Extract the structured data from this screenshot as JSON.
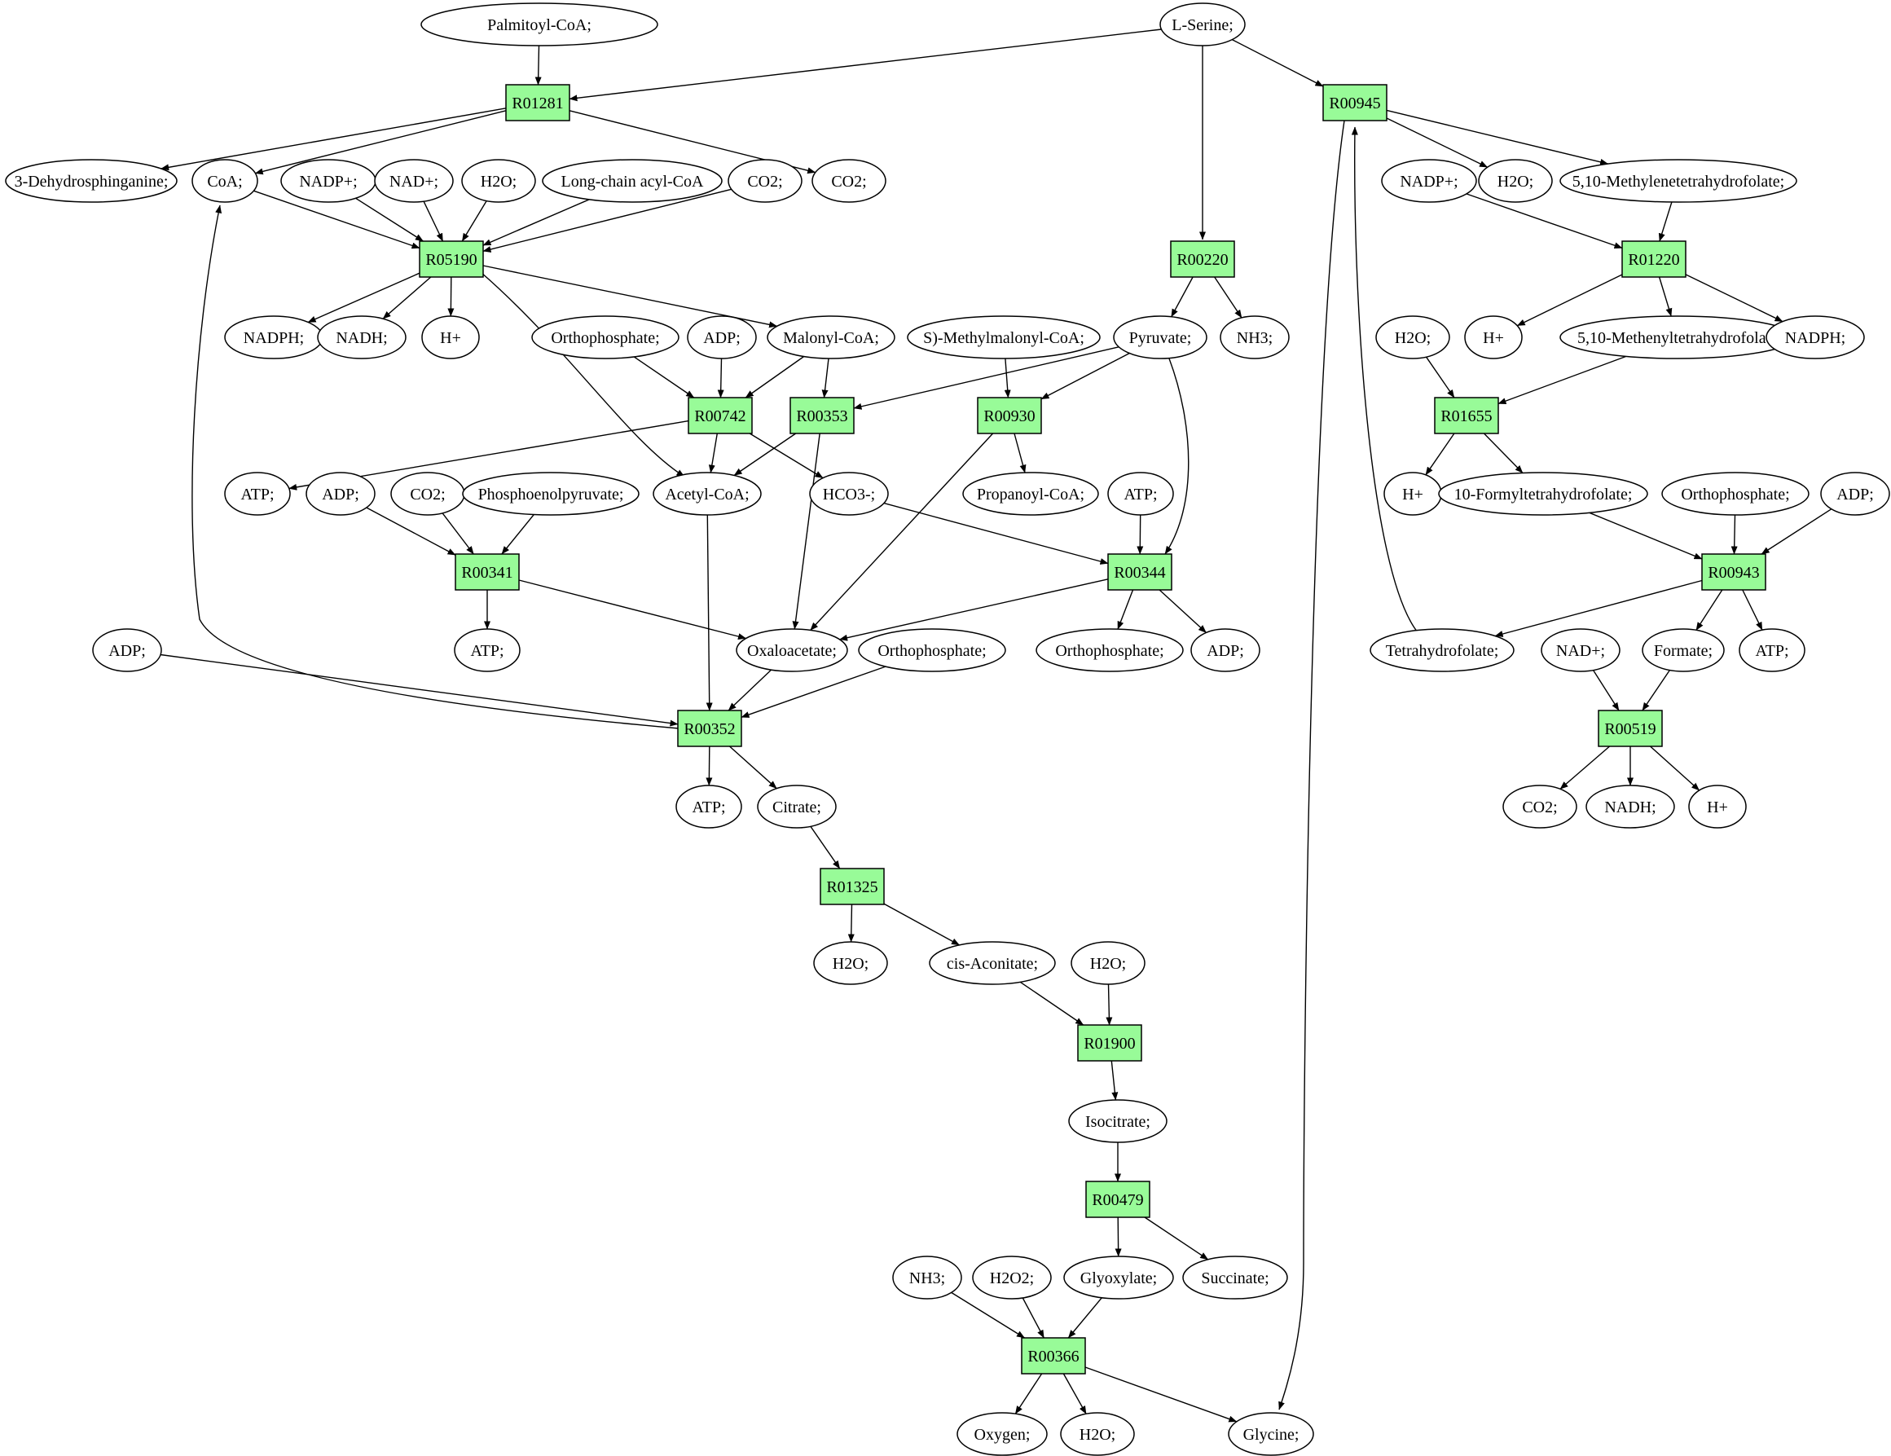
{
  "nodes": [
    {
      "id": "palmitoyl",
      "label": "Palmitoyl-CoA;",
      "kind": "compound"
    },
    {
      "id": "lserine",
      "label": "L-Serine;",
      "kind": "start"
    },
    {
      "id": "R01281",
      "label": "R01281",
      "kind": "reaction"
    },
    {
      "id": "R00945",
      "label": "R00945",
      "kind": "reaction"
    },
    {
      "id": "dehydro",
      "label": "3-Dehydrosphinganine;",
      "kind": "compound"
    },
    {
      "id": "coa",
      "label": "CoA;",
      "kind": "compound"
    },
    {
      "id": "nadp1",
      "label": "NADP+;",
      "kind": "compound"
    },
    {
      "id": "nad1",
      "label": "NAD+;",
      "kind": "compound"
    },
    {
      "id": "h2o1",
      "label": "H2O;",
      "kind": "compound"
    },
    {
      "id": "lcacoa",
      "label": "Long-chain acyl-CoA",
      "kind": "compound"
    },
    {
      "id": "co2a",
      "label": "CO2;",
      "kind": "compound"
    },
    {
      "id": "co2b",
      "label": "CO2;",
      "kind": "compound"
    },
    {
      "id": "nadp2",
      "label": "NADP+;",
      "kind": "compound"
    },
    {
      "id": "h2o2",
      "label": "H2O;",
      "kind": "compound"
    },
    {
      "id": "methylene",
      "label": "5,10-Methylenetetrahydrofolate;",
      "kind": "compound"
    },
    {
      "id": "R05190",
      "label": "R05190",
      "kind": "reaction"
    },
    {
      "id": "R00220",
      "label": "R00220",
      "kind": "reaction"
    },
    {
      "id": "R01220",
      "label": "R01220",
      "kind": "reaction"
    },
    {
      "id": "nadph1",
      "label": "NADPH;",
      "kind": "compound"
    },
    {
      "id": "nadh1",
      "label": "NADH;",
      "kind": "compound"
    },
    {
      "id": "hplus1",
      "label": "H+",
      "kind": "compound"
    },
    {
      "id": "ortho1",
      "label": "Orthophosphate;",
      "kind": "compound"
    },
    {
      "id": "adp1",
      "label": "ADP;",
      "kind": "compound"
    },
    {
      "id": "malonyl",
      "label": "Malonyl-CoA;",
      "kind": "compound"
    },
    {
      "id": "smethyl",
      "label": "S)-Methylmalonyl-CoA;",
      "kind": "compound"
    },
    {
      "id": "pyruvate",
      "label": "Pyruvate;",
      "kind": "compound"
    },
    {
      "id": "nh3a",
      "label": "NH3;",
      "kind": "compound"
    },
    {
      "id": "h2o3",
      "label": "H2O;",
      "kind": "compound"
    },
    {
      "id": "hplus2",
      "label": "H+",
      "kind": "compound"
    },
    {
      "id": "methenyl",
      "label": "5,10-Methenyltetrahydrofolate",
      "kind": "compound"
    },
    {
      "id": "nadph2",
      "label": "NADPH;",
      "kind": "compound"
    },
    {
      "id": "R00742",
      "label": "R00742",
      "kind": "reaction"
    },
    {
      "id": "R00353",
      "label": "R00353",
      "kind": "reaction"
    },
    {
      "id": "R00930",
      "label": "R00930",
      "kind": "reaction"
    },
    {
      "id": "R01655",
      "label": "R01655",
      "kind": "reaction"
    },
    {
      "id": "atp1",
      "label": "ATP;",
      "kind": "compound"
    },
    {
      "id": "adp2",
      "label": "ADP;",
      "kind": "compound"
    },
    {
      "id": "co2c",
      "label": "CO2;",
      "kind": "compound"
    },
    {
      "id": "pep",
      "label": "Phosphoenolpyruvate;",
      "kind": "compound"
    },
    {
      "id": "acetyl",
      "label": "Acetyl-CoA;",
      "kind": "compound"
    },
    {
      "id": "hco3",
      "label": "HCO3-;",
      "kind": "compound"
    },
    {
      "id": "propanoyl",
      "label": "Propanoyl-CoA;",
      "kind": "compound"
    },
    {
      "id": "atp2",
      "label": "ATP;",
      "kind": "compound"
    },
    {
      "id": "hplus3",
      "label": "H+",
      "kind": "compound"
    },
    {
      "id": "formyl",
      "label": "10-Formyltetrahydrofolate;",
      "kind": "compound"
    },
    {
      "id": "ortho2",
      "label": "Orthophosphate;",
      "kind": "compound"
    },
    {
      "id": "adp3",
      "label": "ADP;",
      "kind": "compound"
    },
    {
      "id": "R00341",
      "label": "R00341",
      "kind": "reaction"
    },
    {
      "id": "R00344",
      "label": "R00344",
      "kind": "reaction"
    },
    {
      "id": "R00943",
      "label": "R00943",
      "kind": "reaction"
    },
    {
      "id": "adp4",
      "label": "ADP;",
      "kind": "compound"
    },
    {
      "id": "atp3",
      "label": "ATP;",
      "kind": "compound"
    },
    {
      "id": "oxalo",
      "label": "Oxaloacetate;",
      "kind": "compound"
    },
    {
      "id": "ortho3",
      "label": "Orthophosphate;",
      "kind": "compound"
    },
    {
      "id": "ortho4",
      "label": "Orthophosphate;",
      "kind": "compound"
    },
    {
      "id": "adp5",
      "label": "ADP;",
      "kind": "compound"
    },
    {
      "id": "thf",
      "label": "Tetrahydrofolate;",
      "kind": "compound"
    },
    {
      "id": "nad2",
      "label": "NAD+;",
      "kind": "compound"
    },
    {
      "id": "formate",
      "label": "Formate;",
      "kind": "compound"
    },
    {
      "id": "atp4",
      "label": "ATP;",
      "kind": "compound"
    },
    {
      "id": "R00352",
      "label": "R00352",
      "kind": "reaction"
    },
    {
      "id": "R00519",
      "label": "R00519",
      "kind": "reaction"
    },
    {
      "id": "atp5",
      "label": "ATP;",
      "kind": "compound"
    },
    {
      "id": "citrate",
      "label": "Citrate;",
      "kind": "compound"
    },
    {
      "id": "co2d",
      "label": "CO2;",
      "kind": "compound"
    },
    {
      "id": "nadh2",
      "label": "NADH;",
      "kind": "compound"
    },
    {
      "id": "hplus4",
      "label": "H+",
      "kind": "compound"
    },
    {
      "id": "R01325",
      "label": "R01325",
      "kind": "reaction"
    },
    {
      "id": "h2o4",
      "label": "H2O;",
      "kind": "compound"
    },
    {
      "id": "cisacon",
      "label": "cis-Aconitate;",
      "kind": "compound"
    },
    {
      "id": "h2o5",
      "label": "H2O;",
      "kind": "compound"
    },
    {
      "id": "R01900",
      "label": "R01900",
      "kind": "reaction"
    },
    {
      "id": "isocitrate",
      "label": "Isocitrate;",
      "kind": "compound"
    },
    {
      "id": "R00479",
      "label": "R00479",
      "kind": "reaction"
    },
    {
      "id": "nh3b",
      "label": "NH3;",
      "kind": "compound"
    },
    {
      "id": "h2o2b",
      "label": "H2O2;",
      "kind": "compound"
    },
    {
      "id": "glyoxylate",
      "label": "Glyoxylate;",
      "kind": "compound"
    },
    {
      "id": "succinate",
      "label": "Succinate;",
      "kind": "compound"
    },
    {
      "id": "R00366",
      "label": "R00366",
      "kind": "reaction"
    },
    {
      "id": "oxygen",
      "label": "Oxygen;",
      "kind": "compound"
    },
    {
      "id": "h2o6",
      "label": "H2O;",
      "kind": "compound"
    },
    {
      "id": "glycine",
      "label": "Glycine;",
      "kind": "end"
    }
  ],
  "edges": [
    [
      "palmitoyl",
      "R01281"
    ],
    [
      "lserine",
      "R01281"
    ],
    [
      "lserine",
      "R00945"
    ],
    [
      "lserine",
      "R00220"
    ],
    [
      "R01281",
      "dehydro"
    ],
    [
      "R01281",
      "coa"
    ],
    [
      "R01281",
      "co2b"
    ],
    [
      "coa",
      "R05190"
    ],
    [
      "nadp1",
      "R05190"
    ],
    [
      "nad1",
      "R05190"
    ],
    [
      "h2o1",
      "R05190"
    ],
    [
      "lcacoa",
      "R05190"
    ],
    [
      "co2a",
      "R05190"
    ],
    [
      "R05190",
      "nadph1"
    ],
    [
      "R05190",
      "nadh1"
    ],
    [
      "R05190",
      "hplus1"
    ],
    [
      "R05190",
      "malonyl"
    ],
    [
      "R05190",
      "acetyl"
    ],
    [
      "R00945",
      "h2o2"
    ],
    [
      "R00945",
      "methylene"
    ],
    [
      "R00945",
      "glycine"
    ],
    [
      "nadp2",
      "R01220"
    ],
    [
      "methylene",
      "R01220"
    ],
    [
      "R01220",
      "hplus2"
    ],
    [
      "R01220",
      "methenyl"
    ],
    [
      "R01220",
      "nadph2"
    ],
    [
      "R00220",
      "pyruvate"
    ],
    [
      "R00220",
      "nh3a"
    ],
    [
      "ortho1",
      "R00742"
    ],
    [
      "adp1",
      "R00742"
    ],
    [
      "malonyl",
      "R00742"
    ],
    [
      "malonyl",
      "R00353"
    ],
    [
      "R00742",
      "atp1"
    ],
    [
      "R00742",
      "acetyl"
    ],
    [
      "R00742",
      "hco3"
    ],
    [
      "pyruvate",
      "R00353"
    ],
    [
      "pyruvate",
      "R00930"
    ],
    [
      "pyruvate",
      "R00344"
    ],
    [
      "smethyl",
      "R00930"
    ],
    [
      "R00353",
      "acetyl"
    ],
    [
      "R00353",
      "oxalo"
    ],
    [
      "R00930",
      "propanoyl"
    ],
    [
      "R00930",
      "oxalo"
    ],
    [
      "h2o3",
      "R01655"
    ],
    [
      "methenyl",
      "R01655"
    ],
    [
      "R01655",
      "hplus3"
    ],
    [
      "R01655",
      "formyl"
    ],
    [
      "adp2",
      "R00341"
    ],
    [
      "co2c",
      "R00341"
    ],
    [
      "pep",
      "R00341"
    ],
    [
      "R00341",
      "atp3"
    ],
    [
      "R00341",
      "oxalo"
    ],
    [
      "atp2",
      "R00344"
    ],
    [
      "hco3",
      "R00344"
    ],
    [
      "R00344",
      "oxalo"
    ],
    [
      "R00344",
      "ortho4"
    ],
    [
      "R00344",
      "adp5"
    ],
    [
      "formyl",
      "R00943"
    ],
    [
      "ortho2",
      "R00943"
    ],
    [
      "adp3",
      "R00943"
    ],
    [
      "R00943",
      "thf"
    ],
    [
      "R00943",
      "formate"
    ],
    [
      "R00943",
      "atp4"
    ],
    [
      "thf",
      "R00945"
    ],
    [
      "nad2",
      "R00519"
    ],
    [
      "formate",
      "R00519"
    ],
    [
      "R00519",
      "co2d"
    ],
    [
      "R00519",
      "nadh2"
    ],
    [
      "R00519",
      "hplus4"
    ],
    [
      "adp4",
      "R00352"
    ],
    [
      "oxalo",
      "R00352"
    ],
    [
      "ortho3",
      "R00352"
    ],
    [
      "acetyl",
      "R00352"
    ],
    [
      "R00352",
      "coa"
    ],
    [
      "R00352",
      "atp5"
    ],
    [
      "R00352",
      "citrate"
    ],
    [
      "citrate",
      "R01325"
    ],
    [
      "R01325",
      "h2o4"
    ],
    [
      "R01325",
      "cisacon"
    ],
    [
      "cisacon",
      "R01900"
    ],
    [
      "h2o5",
      "R01900"
    ],
    [
      "R01900",
      "isocitrate"
    ],
    [
      "isocitrate",
      "R00479"
    ],
    [
      "R00479",
      "glyoxylate"
    ],
    [
      "R00479",
      "succinate"
    ],
    [
      "nh3b",
      "R00366"
    ],
    [
      "h2o2b",
      "R00366"
    ],
    [
      "glyoxylate",
      "R00366"
    ],
    [
      "R00366",
      "oxygen"
    ],
    [
      "R00366",
      "h2o6"
    ],
    [
      "R00366",
      "glycine"
    ]
  ],
  "colors": {
    "reaction": "#98fb98",
    "start": "#00ff00",
    "end": "#ffff00",
    "compound": "#ffffff"
  }
}
